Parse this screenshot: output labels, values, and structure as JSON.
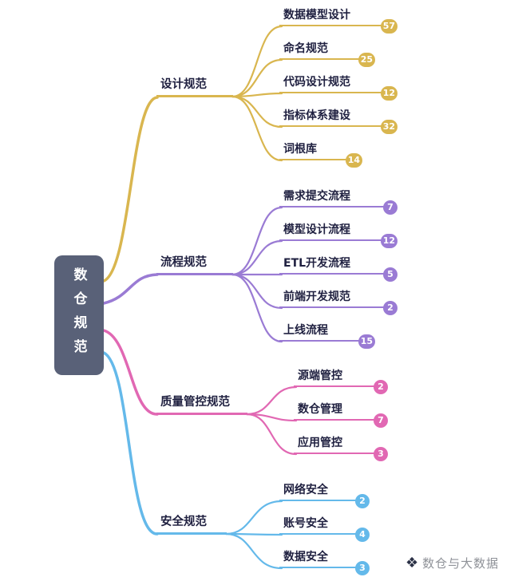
{
  "root": {
    "label": "数仓规范",
    "color": "#596178"
  },
  "branches": [
    {
      "label": "设计规范",
      "color": "#d9b64f",
      "children": [
        {
          "label": "数据模型设计",
          "count": "57"
        },
        {
          "label": "命名规范",
          "count": "25"
        },
        {
          "label": "代码设计规范",
          "count": "12"
        },
        {
          "label": "指标体系建设",
          "count": "32"
        },
        {
          "label": "词根库",
          "count": "14"
        }
      ]
    },
    {
      "label": "流程规范",
      "color": "#9a7bd4",
      "children": [
        {
          "label": "需求提交流程",
          "count": "7"
        },
        {
          "label": "模型设计流程",
          "count": "12"
        },
        {
          "label": "ETL开发流程",
          "count": "5"
        },
        {
          "label": "前端开发规范",
          "count": "2"
        },
        {
          "label": "上线流程",
          "count": "15"
        }
      ]
    },
    {
      "label": "质量管控规范",
      "color": "#e168b3",
      "children": [
        {
          "label": "源端管控",
          "count": "2"
        },
        {
          "label": "数仓管理",
          "count": "7"
        },
        {
          "label": "应用管控",
          "count": "3"
        }
      ]
    },
    {
      "label": "安全规范",
      "color": "#64b9ea",
      "children": [
        {
          "label": "网络安全",
          "count": "2"
        },
        {
          "label": "账号安全",
          "count": "4"
        },
        {
          "label": "数据安全",
          "count": "3"
        }
      ]
    }
  ],
  "watermark": {
    "text": "数仓与大数据",
    "icon_glyph": "❖"
  }
}
